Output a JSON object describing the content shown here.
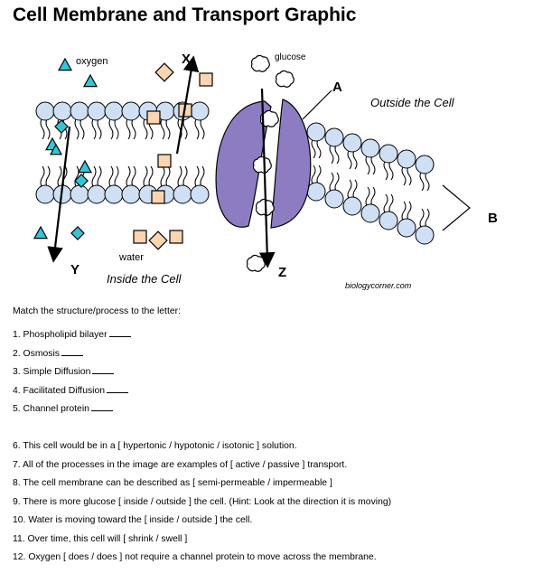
{
  "title": "Cell Membrane and Transport Graphic",
  "figure": {
    "labels": {
      "oxygen": "oxygen",
      "glucose": "glucose",
      "water": "water",
      "outside": "Outside the Cell",
      "inside": "Inside the Cell",
      "credit": "biologycorner.com",
      "x": "X",
      "y": "Y",
      "z": "Z",
      "a": "A",
      "b": "B"
    },
    "colors": {
      "phospholipid_head": "#cfe0f5",
      "channel_protein": "#8e7cc3",
      "oxygen_triangle": "#33c6d6",
      "water_diamond": "#fbd4b0"
    }
  },
  "worksheet": {
    "prompt": "Match the structure/process to the letter:",
    "match_items": [
      "1. Phospholipid bilayer",
      "2. Osmosis",
      "3. Simple Diffusion",
      "4. Facilitated Diffusion",
      "5. Channel protein"
    ],
    "questions": [
      "6. This cell would be in a [ hypertonic / hypotonic / isotonic ] solution.",
      "7. All of the processes in the image are examples of [ active / passive ] transport.",
      "8. The cell membrane can be described as [ semi-permeable / impermeable ]",
      "9. There is more glucose [ inside / outside ] the cell. (Hint: Look at the direction it is moving)",
      "10. Water is moving toward the [ inside / outside ] the cell.",
      "11. Over time, this cell will [ shrink / swell ]",
      "12. Oxygen [ does / does ] not require a channel protein to move across the membrane."
    ]
  }
}
